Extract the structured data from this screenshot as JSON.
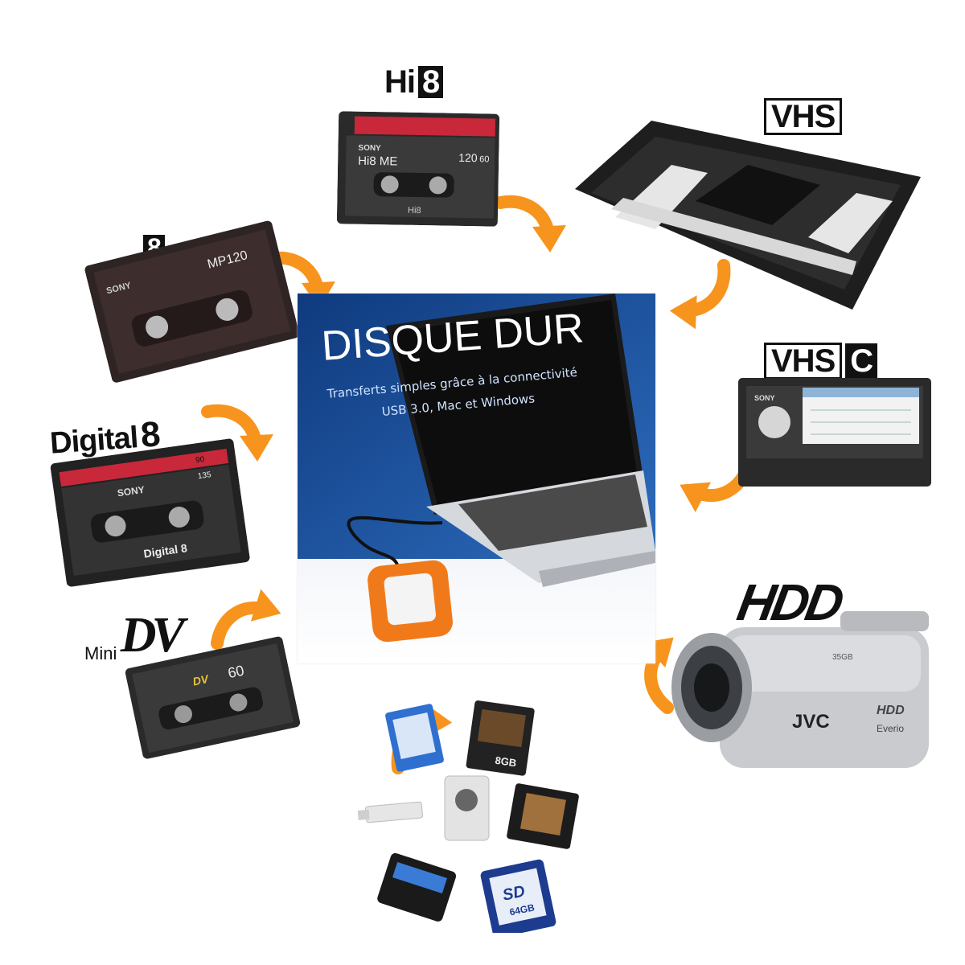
{
  "labels": {
    "hi8": "Hi",
    "hi8_num": "8",
    "vhs": "VHS",
    "vhsc_main": "VHS",
    "vhsc_c": "C",
    "video8": "8",
    "digital8_word": "Digital",
    "digital8_num": "8",
    "mini": "Mini",
    "dv": "DV",
    "hdd": "HDD"
  },
  "center": {
    "title": "DISQUE DUR",
    "subtitle_line1": "Transferts simples grâce à la connectivité",
    "subtitle_line2": "USB 3.0, Mac et Windows"
  },
  "cassettes": {
    "hi8": {
      "brand": "SONY",
      "model": "Hi8 ME",
      "length": "120",
      "length2": "60",
      "bottom": "Hi8"
    },
    "video8": {
      "brand": "SONY",
      "model": "MP120"
    },
    "digital8": {
      "brand": "SONY",
      "spec1": "90",
      "spec2": "135",
      "logo": "Digital 8"
    },
    "minidv": {
      "length": "60",
      "logo": "DV"
    },
    "vhsc": {
      "brand": "SONY"
    }
  },
  "camcorder": {
    "brand": "JVC",
    "badge": "HDD",
    "model": "Everio",
    "size": "35GB"
  },
  "memory": {
    "card_capacity_1": "8GB",
    "card_sd": "SD",
    "card_sd_capacity": "64GB"
  },
  "colors": {
    "arrow": "#f7941d",
    "laptop_screen": "#1a1a1a",
    "blue_bg": "#1b4e96",
    "drive_orange": "#f07a1a"
  }
}
